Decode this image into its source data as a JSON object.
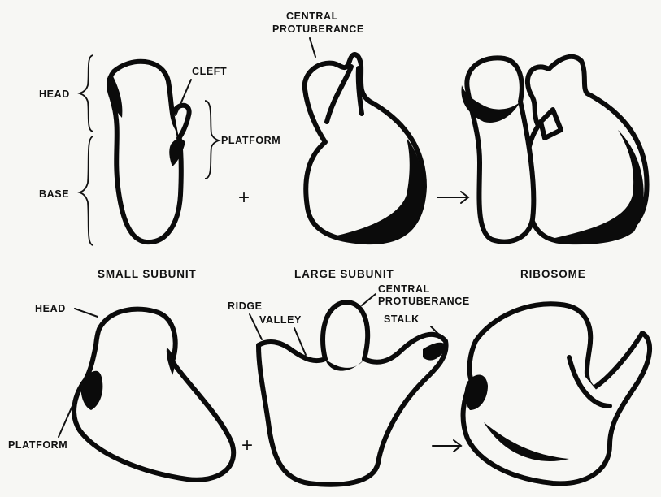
{
  "labels": {
    "central_top": [
      "CENTRAL",
      "PROTUBERANCE"
    ],
    "head_top": "HEAD",
    "cleft": "CLEFT",
    "platform_top": "PLATFORM",
    "base": "BASE",
    "small_subunit": "SMALL SUBUNIT",
    "large_subunit": "LARGE SUBUNIT",
    "ribosome": "RIBOSOME",
    "head_bottom": "HEAD",
    "ridge": "RIDGE",
    "valley": "VALLEY",
    "central_bottom": [
      "CENTRAL",
      "PROTUBERANCE"
    ],
    "stalk": "STALK",
    "platform_bottom": "PLATFORM"
  },
  "symbols": {
    "plus": "+",
    "arrow": "→"
  },
  "colors": {
    "ink": "#0b0b0b",
    "paper": "#f7f7f4"
  }
}
